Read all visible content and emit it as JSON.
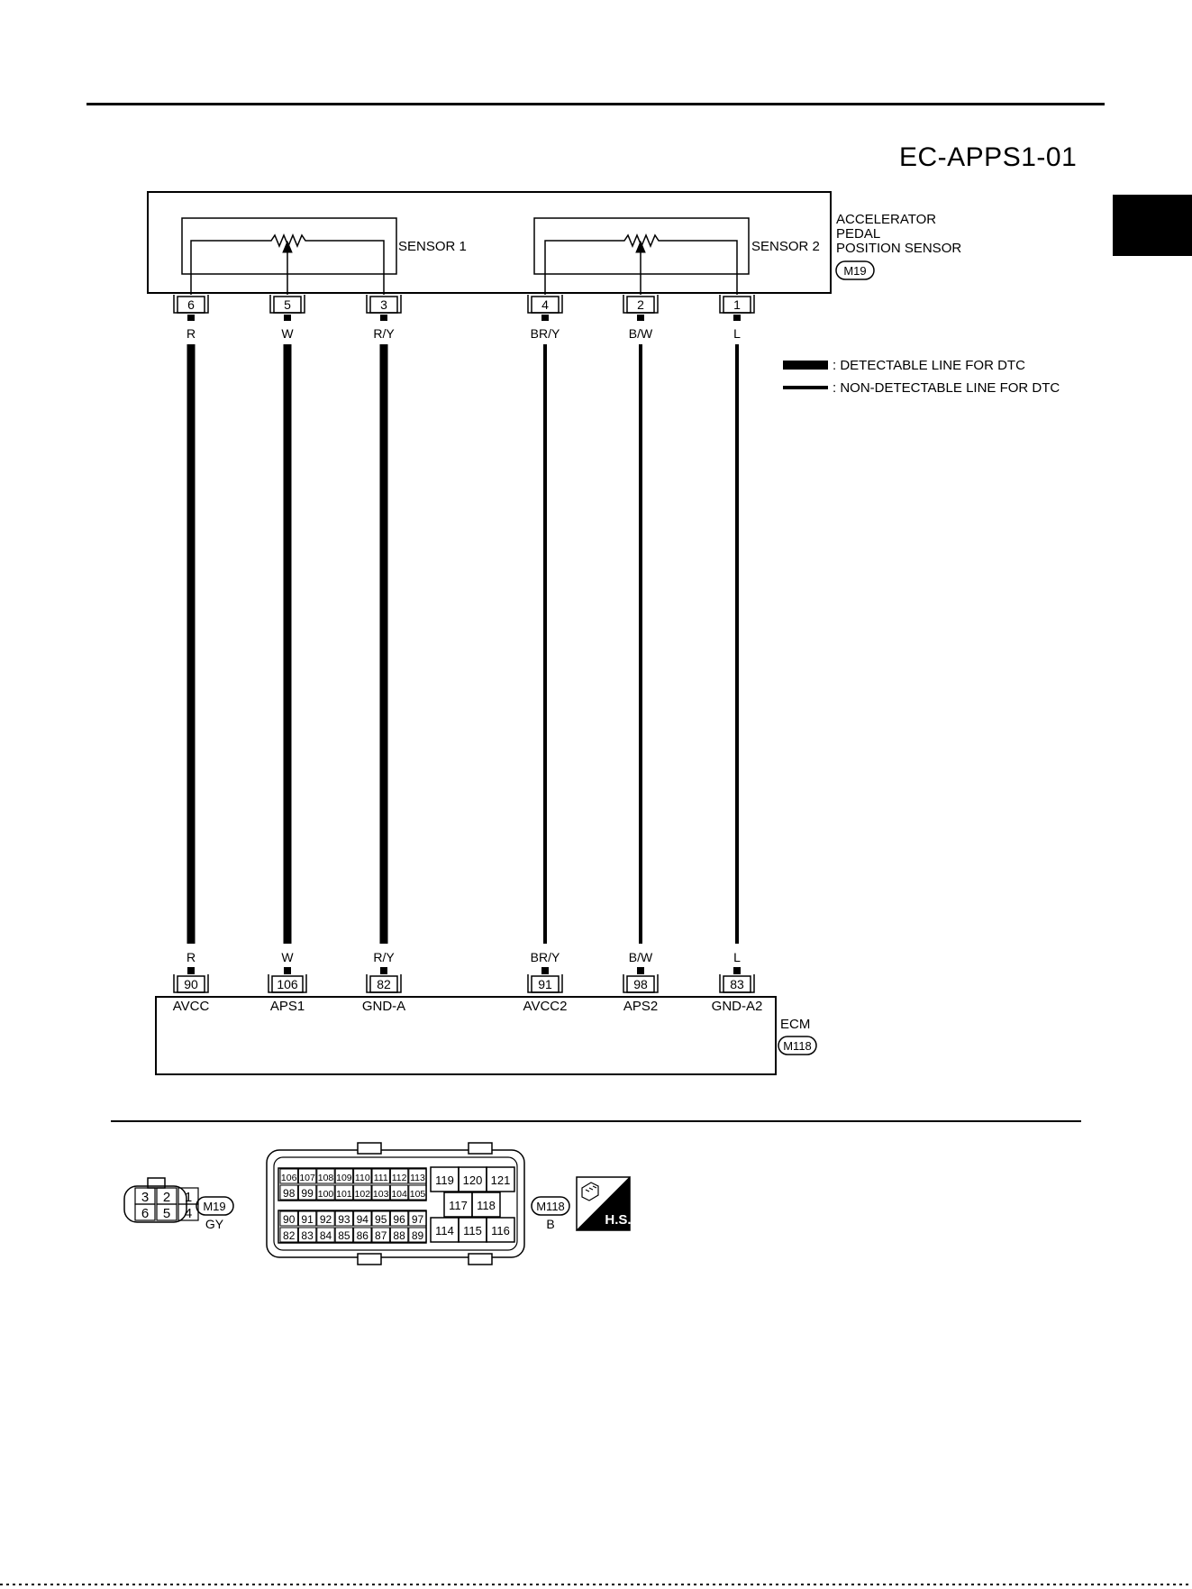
{
  "header": {
    "diagram_code": "EC-APPS1-01"
  },
  "sensor_component": {
    "name_lines": [
      "ACCELERATOR",
      "PEDAL",
      "POSITION SENSOR"
    ],
    "connector_ref": "M19",
    "sensors": [
      {
        "label": "SENSOR 1"
      },
      {
        "label": "SENSOR 2"
      }
    ]
  },
  "legend": [
    {
      "style": "detectable",
      "label": ": DETECTABLE LINE FOR DTC"
    },
    {
      "style": "non-detectable",
      "label": ": NON-DETECTABLE LINE FOR DTC"
    }
  ],
  "wires": [
    {
      "sensor_pin": "6",
      "color": "R",
      "ecm_pin": "90",
      "signal": "AVCC",
      "detectable": true
    },
    {
      "sensor_pin": "5",
      "color": "W",
      "ecm_pin": "106",
      "signal": "APS1",
      "detectable": true
    },
    {
      "sensor_pin": "3",
      "color": "R/Y",
      "ecm_pin": "82",
      "signal": "GND-A",
      "detectable": true
    },
    {
      "sensor_pin": "4",
      "color": "BR/Y",
      "ecm_pin": "91",
      "signal": "AVCC2",
      "detectable": false
    },
    {
      "sensor_pin": "2",
      "color": "B/W",
      "ecm_pin": "98",
      "signal": "APS2",
      "detectable": false
    },
    {
      "sensor_pin": "1",
      "color": "L",
      "ecm_pin": "83",
      "signal": "GND-A2",
      "detectable": false
    }
  ],
  "ecm_component": {
    "name": "ECM",
    "connector_ref": "M118"
  },
  "connector_views": {
    "m19": {
      "ref": "M19",
      "color_code": "GY",
      "rows": [
        [
          "3",
          "2",
          "1"
        ],
        [
          "6",
          "5",
          "4"
        ]
      ]
    },
    "m118": {
      "ref": "M118",
      "color_code": "B",
      "left_rows": [
        [
          "106",
          "107",
          "108",
          "109",
          "110",
          "111",
          "112",
          "113"
        ],
        [
          "98",
          "99",
          "100",
          "101",
          "102",
          "103",
          "104",
          "105"
        ],
        [
          "90",
          "91",
          "92",
          "93",
          "94",
          "95",
          "96",
          "97"
        ],
        [
          "82",
          "83",
          "84",
          "85",
          "86",
          "87",
          "88",
          "89"
        ]
      ],
      "right_rows": [
        [
          "119",
          "120",
          "121"
        ],
        [
          "117",
          "118"
        ],
        [
          "114",
          "115",
          "116"
        ]
      ]
    },
    "hs_badge": {
      "label": "H.S.",
      "icon": "harness-connector-icon"
    }
  }
}
